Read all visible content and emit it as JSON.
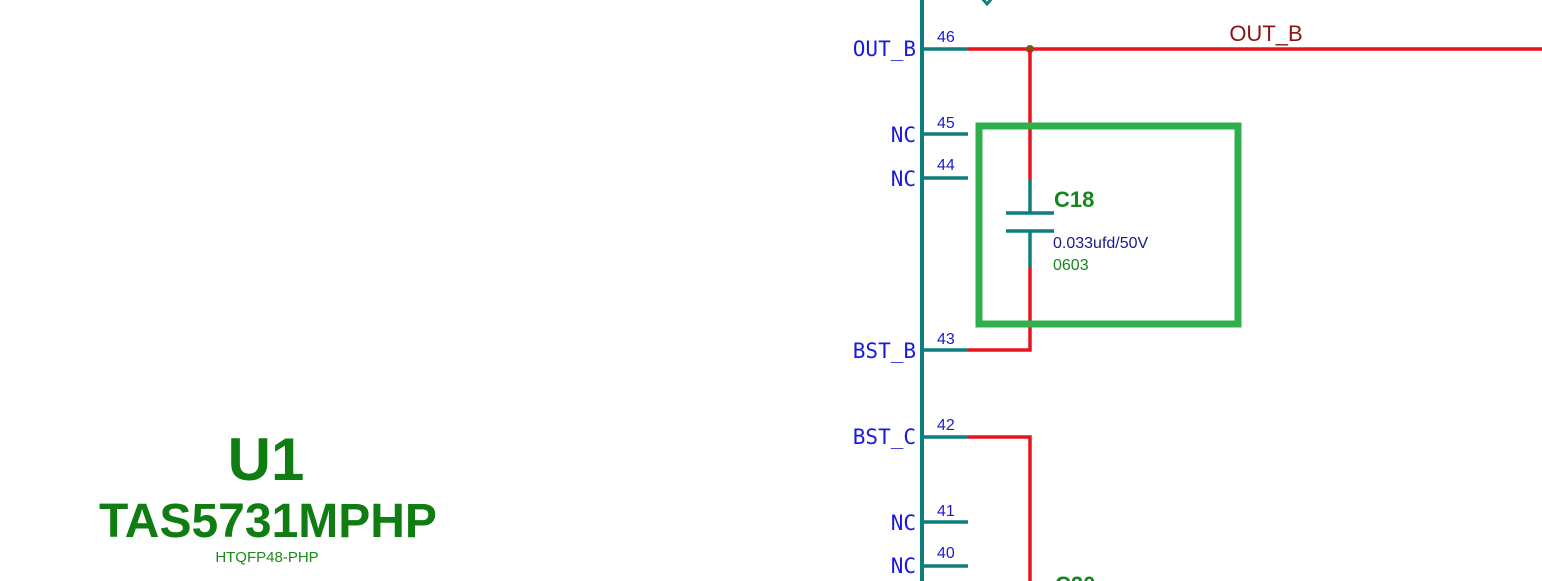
{
  "component": {
    "ref": "U1",
    "part_number": "TAS5731MPHP",
    "package": "HTQFP48-PHP"
  },
  "pins": [
    {
      "name": "OUT_B",
      "number": "46"
    },
    {
      "name": "NC",
      "number": "45"
    },
    {
      "name": "NC",
      "number": "44"
    },
    {
      "name": "BST_B",
      "number": "43"
    },
    {
      "name": "BST_C",
      "number": "42"
    },
    {
      "name": "NC",
      "number": "41"
    },
    {
      "name": "NC",
      "number": "40"
    }
  ],
  "net_labels": {
    "out_b": "OUT_B"
  },
  "capacitor": {
    "ref": "C18",
    "value": "0.033ufd/50V",
    "package": "0603"
  },
  "colors": {
    "wire": "#e8141b",
    "pin": "#0f7d7d",
    "pin_text": "#1a1ad8",
    "highlight_box": "#2fb04c",
    "component_text": "#0f7d12",
    "net_label": "#8b1414"
  }
}
